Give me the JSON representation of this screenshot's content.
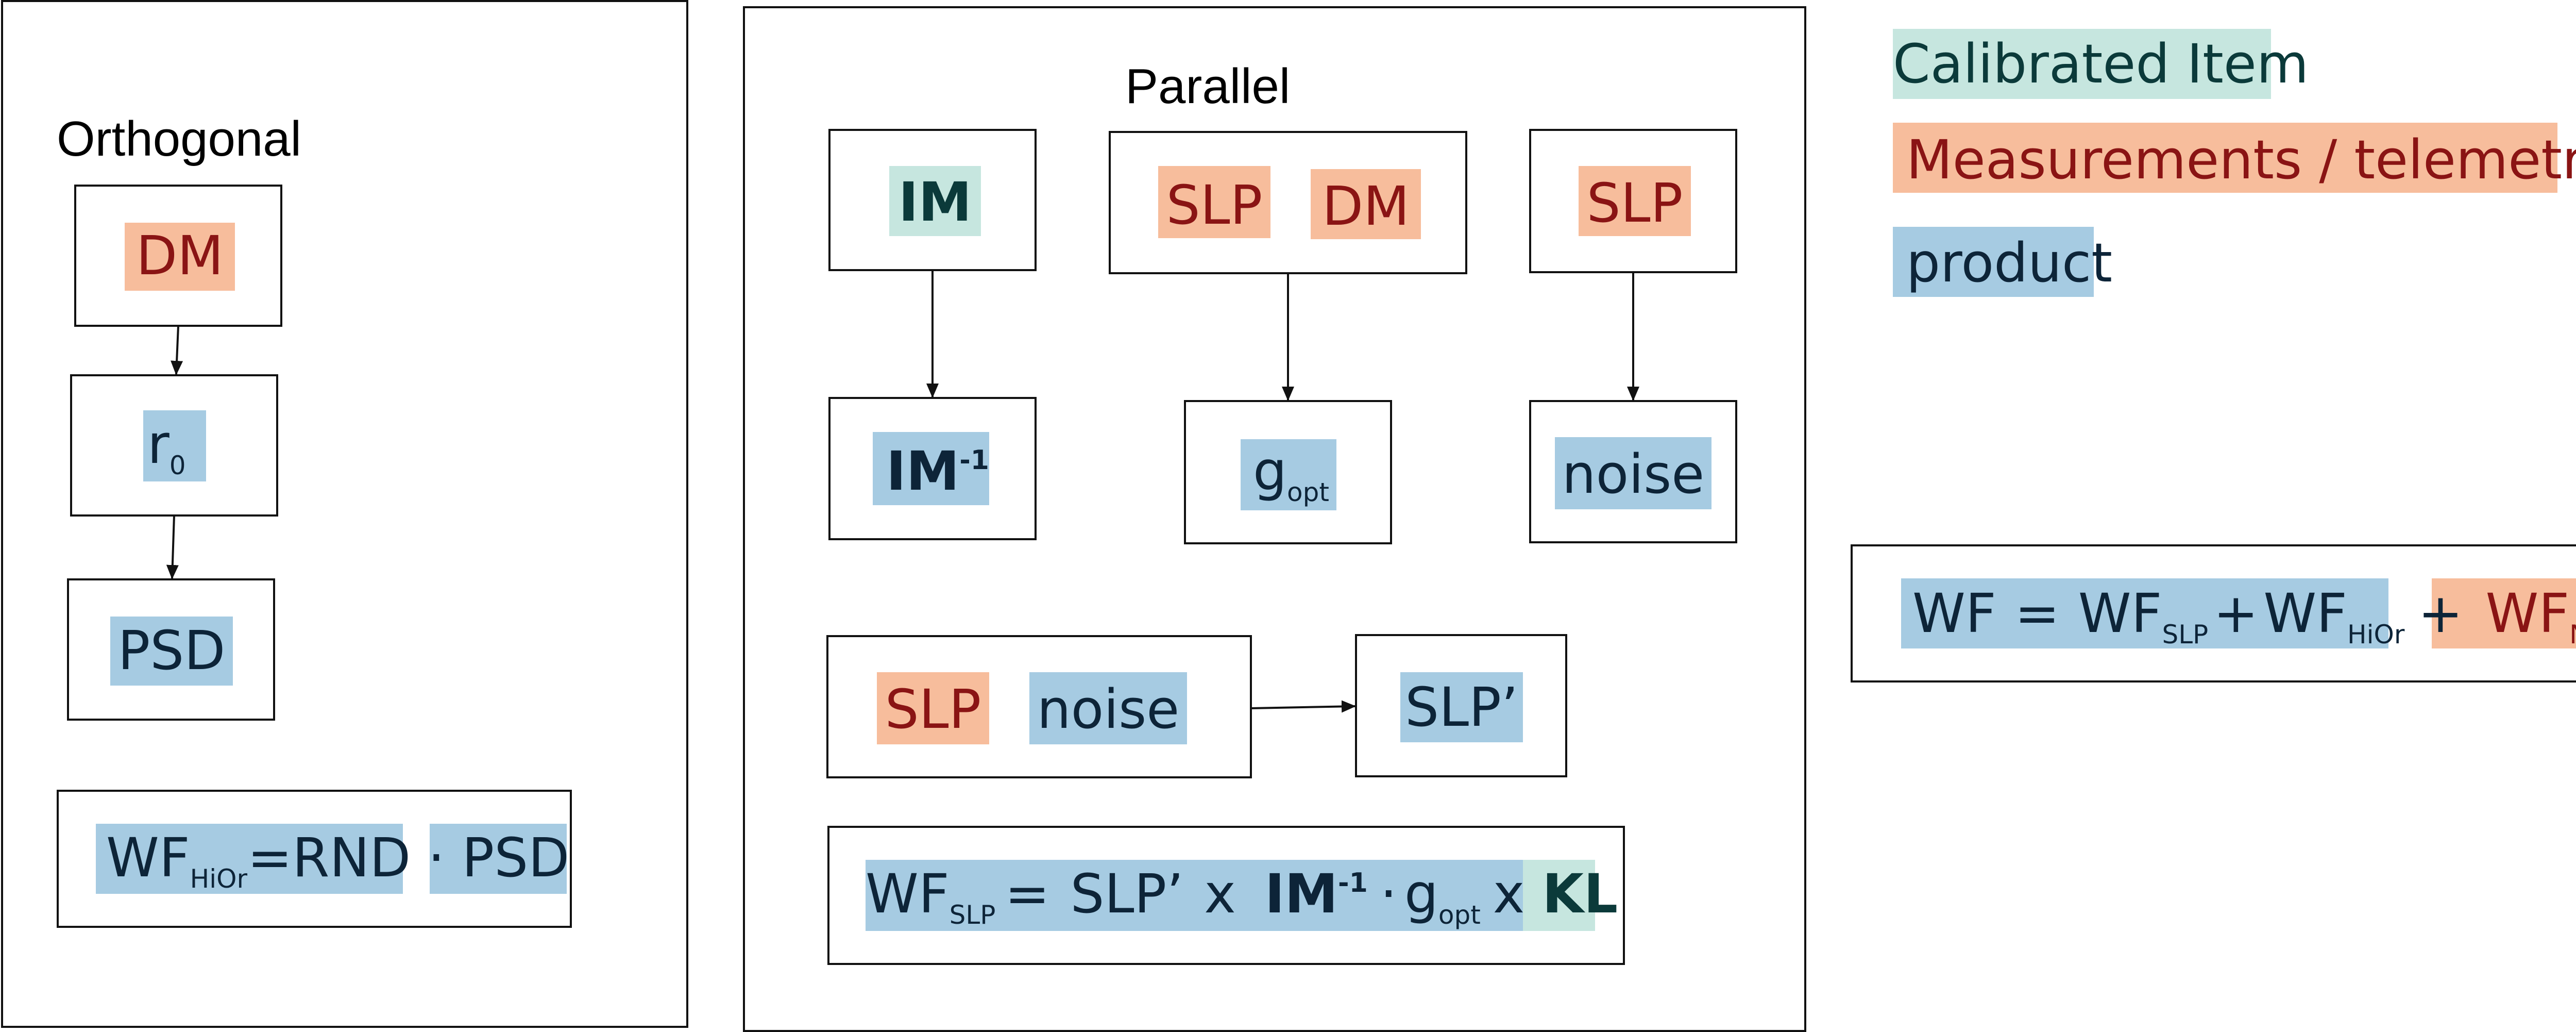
{
  "colors": {
    "calibrated": "#c6e6df",
    "measurement": "#f7bd9c",
    "product": "#a6cbe2",
    "measurement_text": "#8a1414",
    "product_text": "#0d2438",
    "calibrated_text": "#0b3a3a"
  },
  "panels": {
    "orthogonal": {
      "title": "Orthogonal"
    },
    "parallel": {
      "title": "Parallel"
    }
  },
  "orthogonal": {
    "dm": "DM",
    "r0": {
      "base": "r",
      "sub": "0"
    },
    "psd": "PSD",
    "formula": {
      "wf": "WF",
      "wf_sub": "HiOr",
      "rest": "=RND · ",
      "psd": "PSD"
    }
  },
  "parallel": {
    "im": "IM",
    "slp1": "SLP",
    "dm": "DM",
    "slp2": "SLP",
    "im_inv": {
      "base": "IM",
      "sup": "-1"
    },
    "gopt": {
      "base": "g",
      "sub": "opt"
    },
    "noise1": "noise",
    "slp3": "SLP",
    "noise2": "noise",
    "slp_prime": "SLP’",
    "formula": {
      "wf": "WF",
      "wf_sub": "SLP",
      "eq": "=",
      "slp_prime": "SLP’",
      "x1": "x",
      "im": "IM",
      "im_sup": "-1",
      "dot": "·",
      "g": "g",
      "g_sub": "opt",
      "x2": "x",
      "kl": "KL"
    }
  },
  "legend": {
    "calibrated": "Calibrated Item",
    "measurement": "Measurements / telemetry",
    "product": "product"
  },
  "total_formula": {
    "wf": "WF",
    "eq": "=",
    "wf1": "WF",
    "wf1_sub": "SLP",
    "plus1": "+",
    "wf2": "WF",
    "wf2_sub": "HiOr",
    "plus2": "+",
    "wf3": "WF",
    "wf3_sub": "NCPA"
  }
}
